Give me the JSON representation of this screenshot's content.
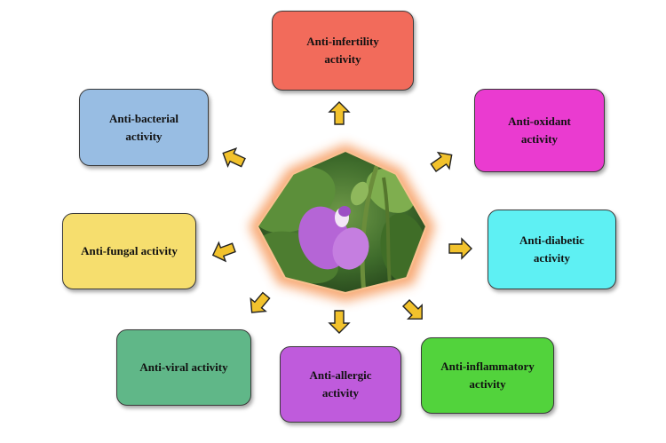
{
  "diagram": {
    "center_image": "flowering-plant-photo",
    "activities": [
      {
        "id": "infert",
        "label": "Anti-infertility\nactivity",
        "color": "#f26b5b"
      },
      {
        "id": "oxid",
        "label": "Anti-oxidant\nactivity",
        "color": "#ea3bd0"
      },
      {
        "id": "diab",
        "label": "Anti-diabetic\nactivity",
        "color": "#5ef0f3"
      },
      {
        "id": "inflam",
        "label": "Anti-inflammatory\nactivity",
        "color": "#52d33c"
      },
      {
        "id": "allerg",
        "label": "Anti-allergic\nactivity",
        "color": "#bf5bdc"
      },
      {
        "id": "viral",
        "label": "Anti-viral activity",
        "color": "#60b788"
      },
      {
        "id": "fungal",
        "label": "Anti-fungal activity",
        "color": "#f6de6e"
      },
      {
        "id": "bact",
        "label": "Anti-bacterial\nactivity",
        "color": "#98bde3"
      }
    ],
    "arrow_color": "#f2c22c",
    "glow_color": "#f7a36b"
  }
}
